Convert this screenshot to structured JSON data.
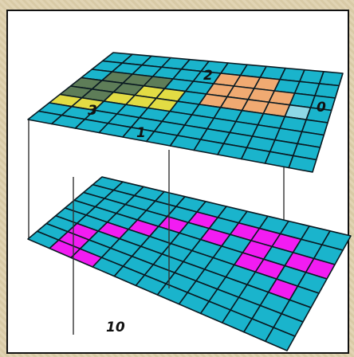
{
  "diagram": {
    "colors": {
      "cell": "#1ab4cc",
      "gridline": "#0a1a22",
      "zone1": "#e2dc44",
      "zone2": "#f0aa72",
      "zone3": "#5e7d58",
      "zone10": "#f21cf2",
      "zone0_mark": "#8fd8e6",
      "connector": "#333333"
    },
    "top_layer": {
      "cols": 12,
      "rows": 8,
      "zones": [
        {
          "label": "1",
          "color_key": "zone1",
          "cells": [
            [
              3,
              3
            ],
            [
              4,
              3
            ],
            [
              2,
              4
            ],
            [
              3,
              4
            ],
            [
              4,
              4
            ],
            [
              0,
              5
            ],
            [
              1,
              5
            ]
          ]
        },
        {
          "label": "2",
          "color_key": "zone2",
          "cells": [
            [
              6,
              1
            ],
            [
              7,
              1
            ],
            [
              8,
              1
            ],
            [
              6,
              2
            ],
            [
              7,
              2
            ],
            [
              8,
              2
            ],
            [
              9,
              2
            ],
            [
              6,
              3
            ],
            [
              7,
              3
            ],
            [
              8,
              3
            ],
            [
              9,
              3
            ]
          ]
        },
        {
          "label": "3",
          "color_key": "zone3",
          "cells": [
            [
              1,
              2
            ],
            [
              2,
              2
            ],
            [
              3,
              2
            ],
            [
              0,
              3
            ],
            [
              1,
              3
            ],
            [
              2,
              3
            ],
            [
              0,
              4
            ],
            [
              1,
              4
            ]
          ]
        },
        {
          "label": "0",
          "color_key": "zone0_mark",
          "cells": [
            [
              10,
              3
            ]
          ]
        }
      ]
    },
    "bottom_layer": {
      "cols": 12,
      "rows": 8,
      "zones": [
        {
          "label": "10",
          "color_key": "zone10",
          "cells": [
            [
              5,
              1
            ],
            [
              7,
              1
            ],
            [
              8,
              1
            ],
            [
              9,
              1
            ],
            [
              4,
              2
            ],
            [
              6,
              2
            ],
            [
              8,
              2
            ],
            [
              10,
              2
            ],
            [
              11,
              2
            ],
            [
              3,
              3
            ],
            [
              8,
              3
            ],
            [
              9,
              3
            ],
            [
              2,
              4
            ],
            [
              10,
              4
            ],
            [
              1,
              5
            ],
            [
              1,
              6
            ],
            [
              1,
              7
            ],
            [
              2,
              7
            ]
          ]
        }
      ]
    },
    "labels": {
      "one": "1",
      "two": "2",
      "three": "3",
      "zero": "0",
      "ten": "10"
    }
  }
}
